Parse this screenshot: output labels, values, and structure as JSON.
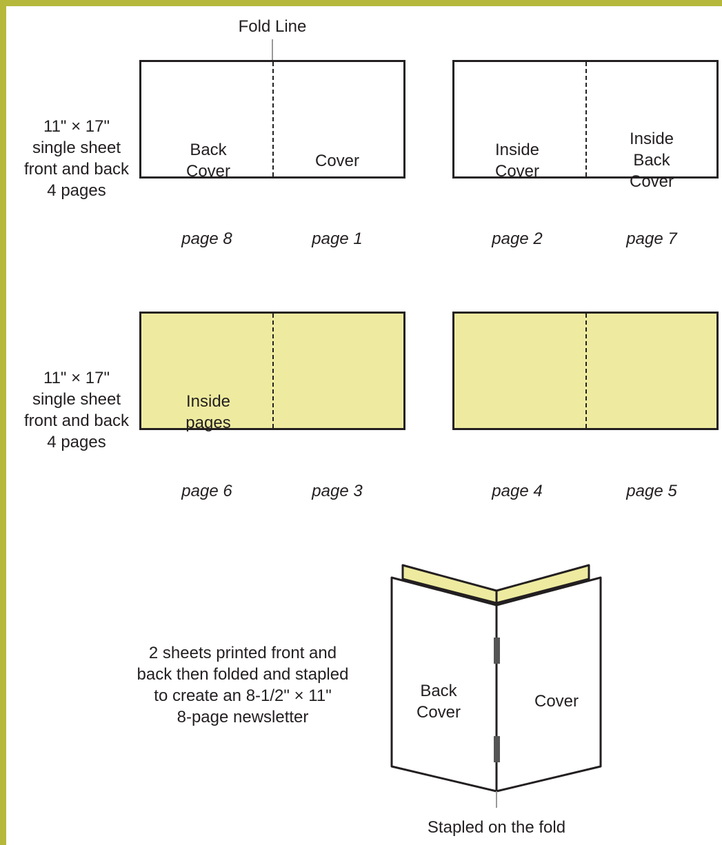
{
  "colors": {
    "accent_border": "#b5b83a",
    "inside_sheet_fill": "#eeeba0",
    "outline": "#231f20",
    "staple": "#555555"
  },
  "fold_line_label": "Fold Line",
  "row1": {
    "side_label": [
      "11\" × 17\"",
      "single sheet",
      "front and back",
      "4 pages"
    ],
    "sheet_a": {
      "left_title": [
        "Back",
        "Cover"
      ],
      "right_title": [
        "Cover"
      ],
      "left_page": "page 8",
      "right_page": "page 1"
    },
    "sheet_b": {
      "left_title": [
        "Inside",
        "Cover"
      ],
      "right_title": [
        "Inside",
        "Back",
        "Cover"
      ],
      "left_page": "page 2",
      "right_page": "page 7"
    }
  },
  "row2": {
    "side_label": [
      "11\" × 17\"",
      "single sheet",
      "front and back",
      "4 pages"
    ],
    "sheet_a": {
      "left_title": [
        "Inside",
        "pages"
      ],
      "left_page": "page 6",
      "right_page": "page 3"
    },
    "sheet_b": {
      "left_page": "page 4",
      "right_page": "page 5"
    }
  },
  "booklet": {
    "description": [
      "2 sheets printed front and",
      "back then folded and stapled",
      "to create an 8-1/2\" × 11\"",
      "8-page newsletter"
    ],
    "left_title": [
      "Back",
      "Cover"
    ],
    "right_title": [
      "Cover"
    ],
    "stapled_label": "Stapled on the fold"
  }
}
